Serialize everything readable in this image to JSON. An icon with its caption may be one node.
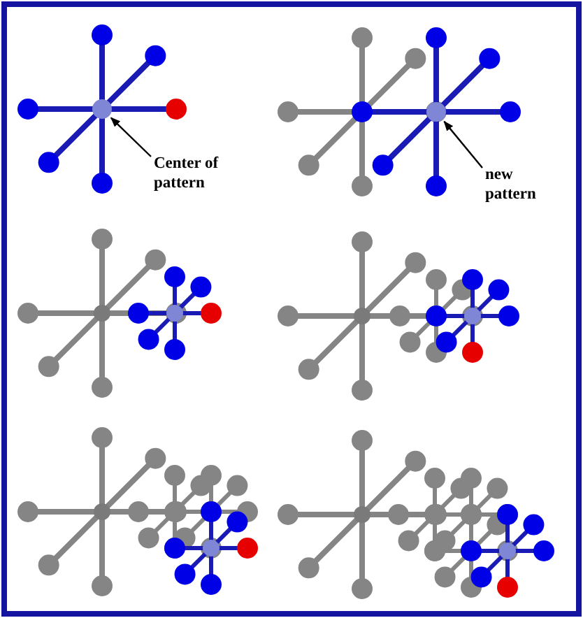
{
  "diagram": {
    "nodes": [
      {
        "text": [
          "Center of pattern"
        ]
      },
      {
        "text": [],
        "shape": "circle"
      },
      {
        "text": [
          "new pattern"
        ]
      },
      {
        "text": [],
        "shape": "circle"
      }
    ],
    "edges": [
      {
        "from": 0,
        "to": 1,
        "arrow": "to"
      },
      {
        "from": 2,
        "to": 3,
        "arrow": "to"
      }
    ]
  }
}
